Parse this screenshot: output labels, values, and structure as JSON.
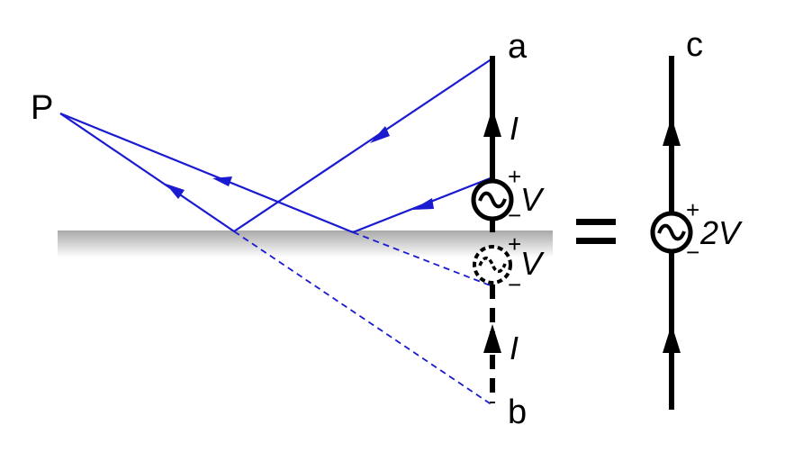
{
  "labels": {
    "point_p": "P",
    "top_a": "a",
    "bottom_b": "b",
    "right_c": "c",
    "current_top": "I",
    "current_bottom": "I",
    "source_real": "V",
    "source_image": "V",
    "source_equiv": "2V",
    "plus": "+",
    "minus": "−",
    "equals": "="
  },
  "colors": {
    "ray": "#1a1ad0",
    "wire": "#000000",
    "ground_top": "#a9a9a9",
    "ground_bottom": "#ffffff"
  },
  "icons": {
    "source": "ac-source-icon"
  }
}
